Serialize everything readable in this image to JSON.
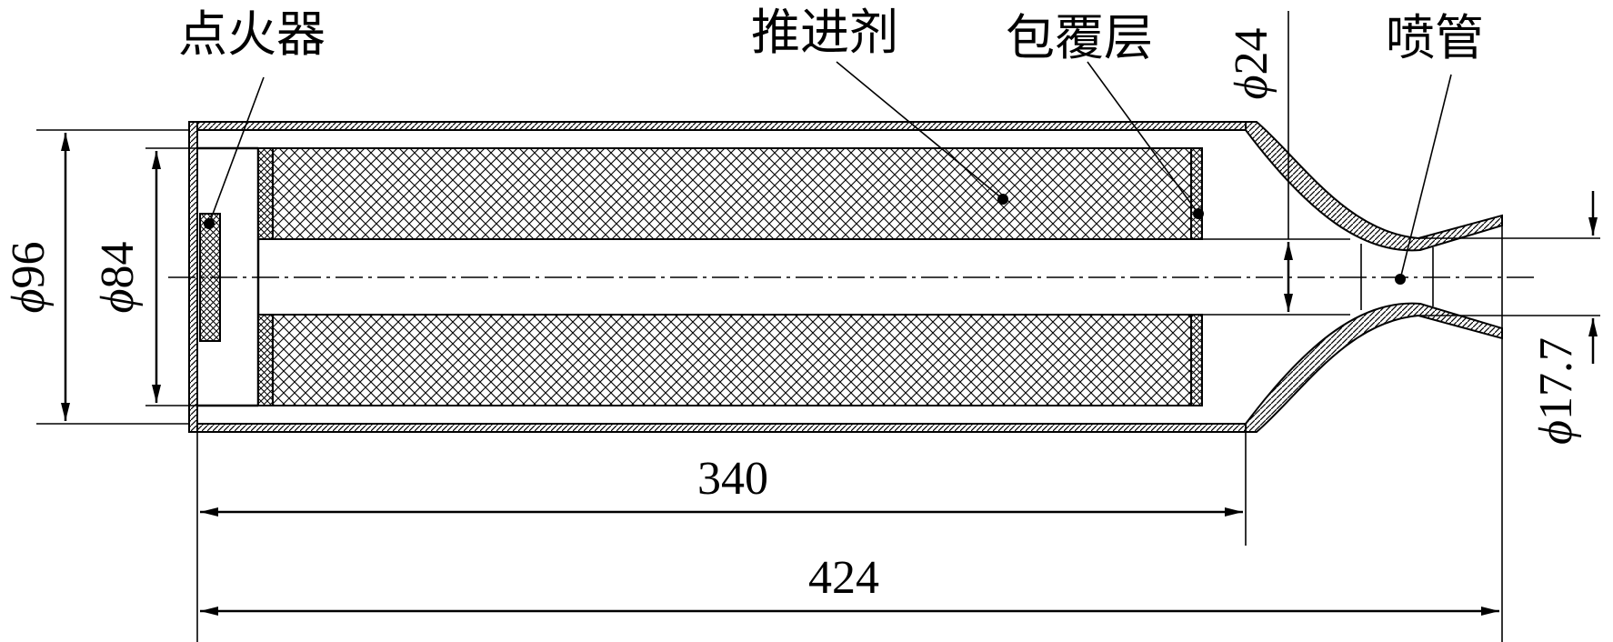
{
  "labels": {
    "igniter": "点火器",
    "propellant": "推进剂",
    "coating": "包覆层",
    "nozzle": "喷管"
  },
  "dimensions": {
    "outer_diameter": {
      "symbol": "ϕ",
      "value": "96"
    },
    "grain_diameter": {
      "symbol": "ϕ",
      "value": "84"
    },
    "bore_diameter": {
      "symbol": "ϕ",
      "value": "24"
    },
    "throat_diameter": {
      "symbol": "ϕ",
      "value": "17.7"
    },
    "chamber_length": "340",
    "total_length": "424"
  },
  "colors": {
    "ink": "#000000",
    "background": "#ffffff"
  }
}
